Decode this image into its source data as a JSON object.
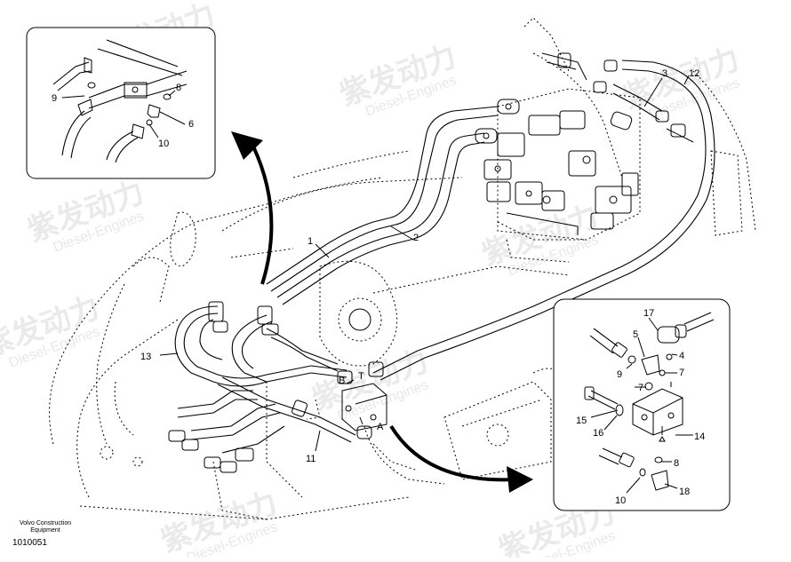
{
  "watermark": {
    "brand_cn": "紫发动力",
    "brand_en": "Diesel-Engines"
  },
  "footer": {
    "company_line1": "Volvo Construction",
    "company_line2": "Equipment",
    "drawing_number": "1010051"
  },
  "main_labels": [
    "1",
    "2",
    "3",
    "11",
    "12",
    "13"
  ],
  "port_labels": {
    "b": "B",
    "t": "T",
    "a": "A"
  },
  "inset_top_labels": [
    "6",
    "8",
    "9",
    "10"
  ],
  "inset_bottom_labels": [
    "4",
    "5",
    "7",
    "7",
    "8",
    "9",
    "10",
    "14",
    "15",
    "16",
    "17",
    "18"
  ]
}
